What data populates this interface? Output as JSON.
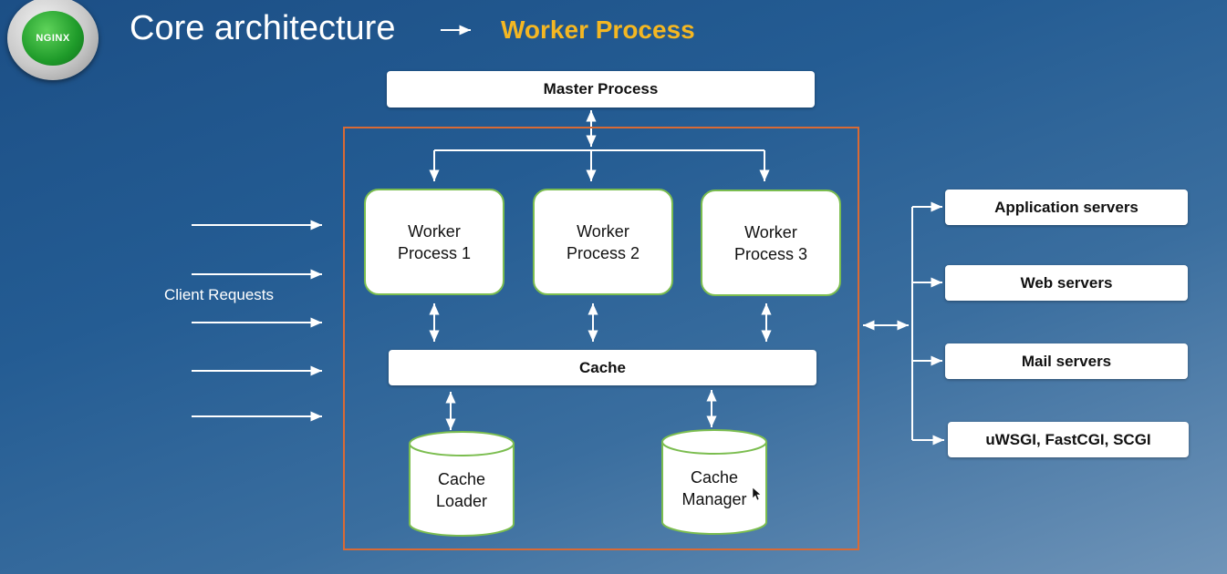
{
  "header": {
    "logo_text": "NGINX",
    "title": "Core architecture",
    "subtitle": "Worker Process"
  },
  "diagram": {
    "master": "Master Process",
    "workers": [
      {
        "line1": "Worker",
        "line2": "Process 1"
      },
      {
        "line1": "Worker",
        "line2": "Process 2"
      },
      {
        "line1": "Worker",
        "line2": "Process 3"
      }
    ],
    "cache": "Cache",
    "cache_loader": {
      "line1": "Cache",
      "line2": "Loader"
    },
    "cache_manager": {
      "line1": "Cache",
      "line2": "Manager"
    },
    "client_requests": "Client Requests",
    "backends": [
      "Application servers",
      "Web servers",
      "Mail servers",
      "uWSGI, FastCGI, SCGI"
    ]
  },
  "colors": {
    "frame": "#d96a35",
    "worker_border": "#7bbd4f",
    "subtitle": "#f4b722",
    "logo": "#1f9b2a"
  }
}
